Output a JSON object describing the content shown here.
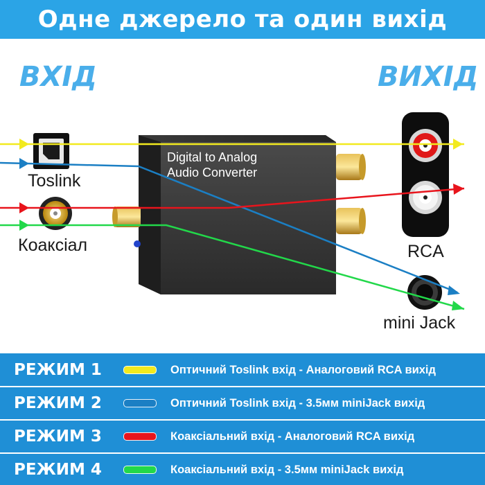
{
  "title": "Одне джерело та один вихід",
  "input_header": "ВХІД",
  "output_header": "ВИХІД",
  "inputs": {
    "toslink": "Toslink",
    "coaxial": "Коаксіал"
  },
  "device": {
    "line1": "Digital to Analog",
    "line2": "Audio Converter"
  },
  "outputs": {
    "rca": "RCA",
    "minijack": "mini Jack"
  },
  "modes": [
    {
      "name": "РЕЖИМ 1",
      "color": "#f2ea1e",
      "description": "Оптичний Toslink вхід - Аналоговий RCA вихід"
    },
    {
      "name": "РЕЖИМ 2",
      "color": "#1b7fc4",
      "description": "Оптичний Toslink вхід - 3.5мм miniJack вихід"
    },
    {
      "name": "РЕЖИМ 3",
      "color": "#e8141c",
      "description": "Коаксіальний вхід - Аналоговий RCA вихід"
    },
    {
      "name": "РЕЖИМ 4",
      "color": "#22d84a",
      "description": "Коаксіальний вхід - 3.5мм miniJack вихід"
    }
  ],
  "colors": {
    "title_bar": "#2ba4e6",
    "header_text": "#4aaeea",
    "modes_panel": "#1f8fd6"
  }
}
